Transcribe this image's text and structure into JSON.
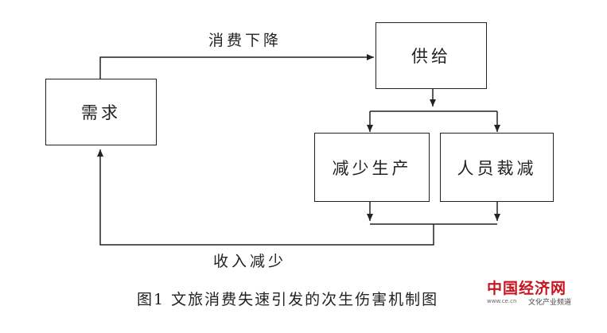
{
  "nodes": {
    "demand": "需求",
    "supply": "供给",
    "reduce_production": "减少生产",
    "staff_layoff": "人员裁减"
  },
  "edges": {
    "consumption_decline": "消费下降",
    "income_decrease": "收入减少"
  },
  "caption": "图1 文旅消费失速引发的次生伤害机制图",
  "watermark": {
    "main": "中国经济网",
    "url": "www.ce.cn",
    "sub": "文化产业频道"
  },
  "colors": {
    "line": "#222222",
    "brand_red": "#c8141e"
  }
}
